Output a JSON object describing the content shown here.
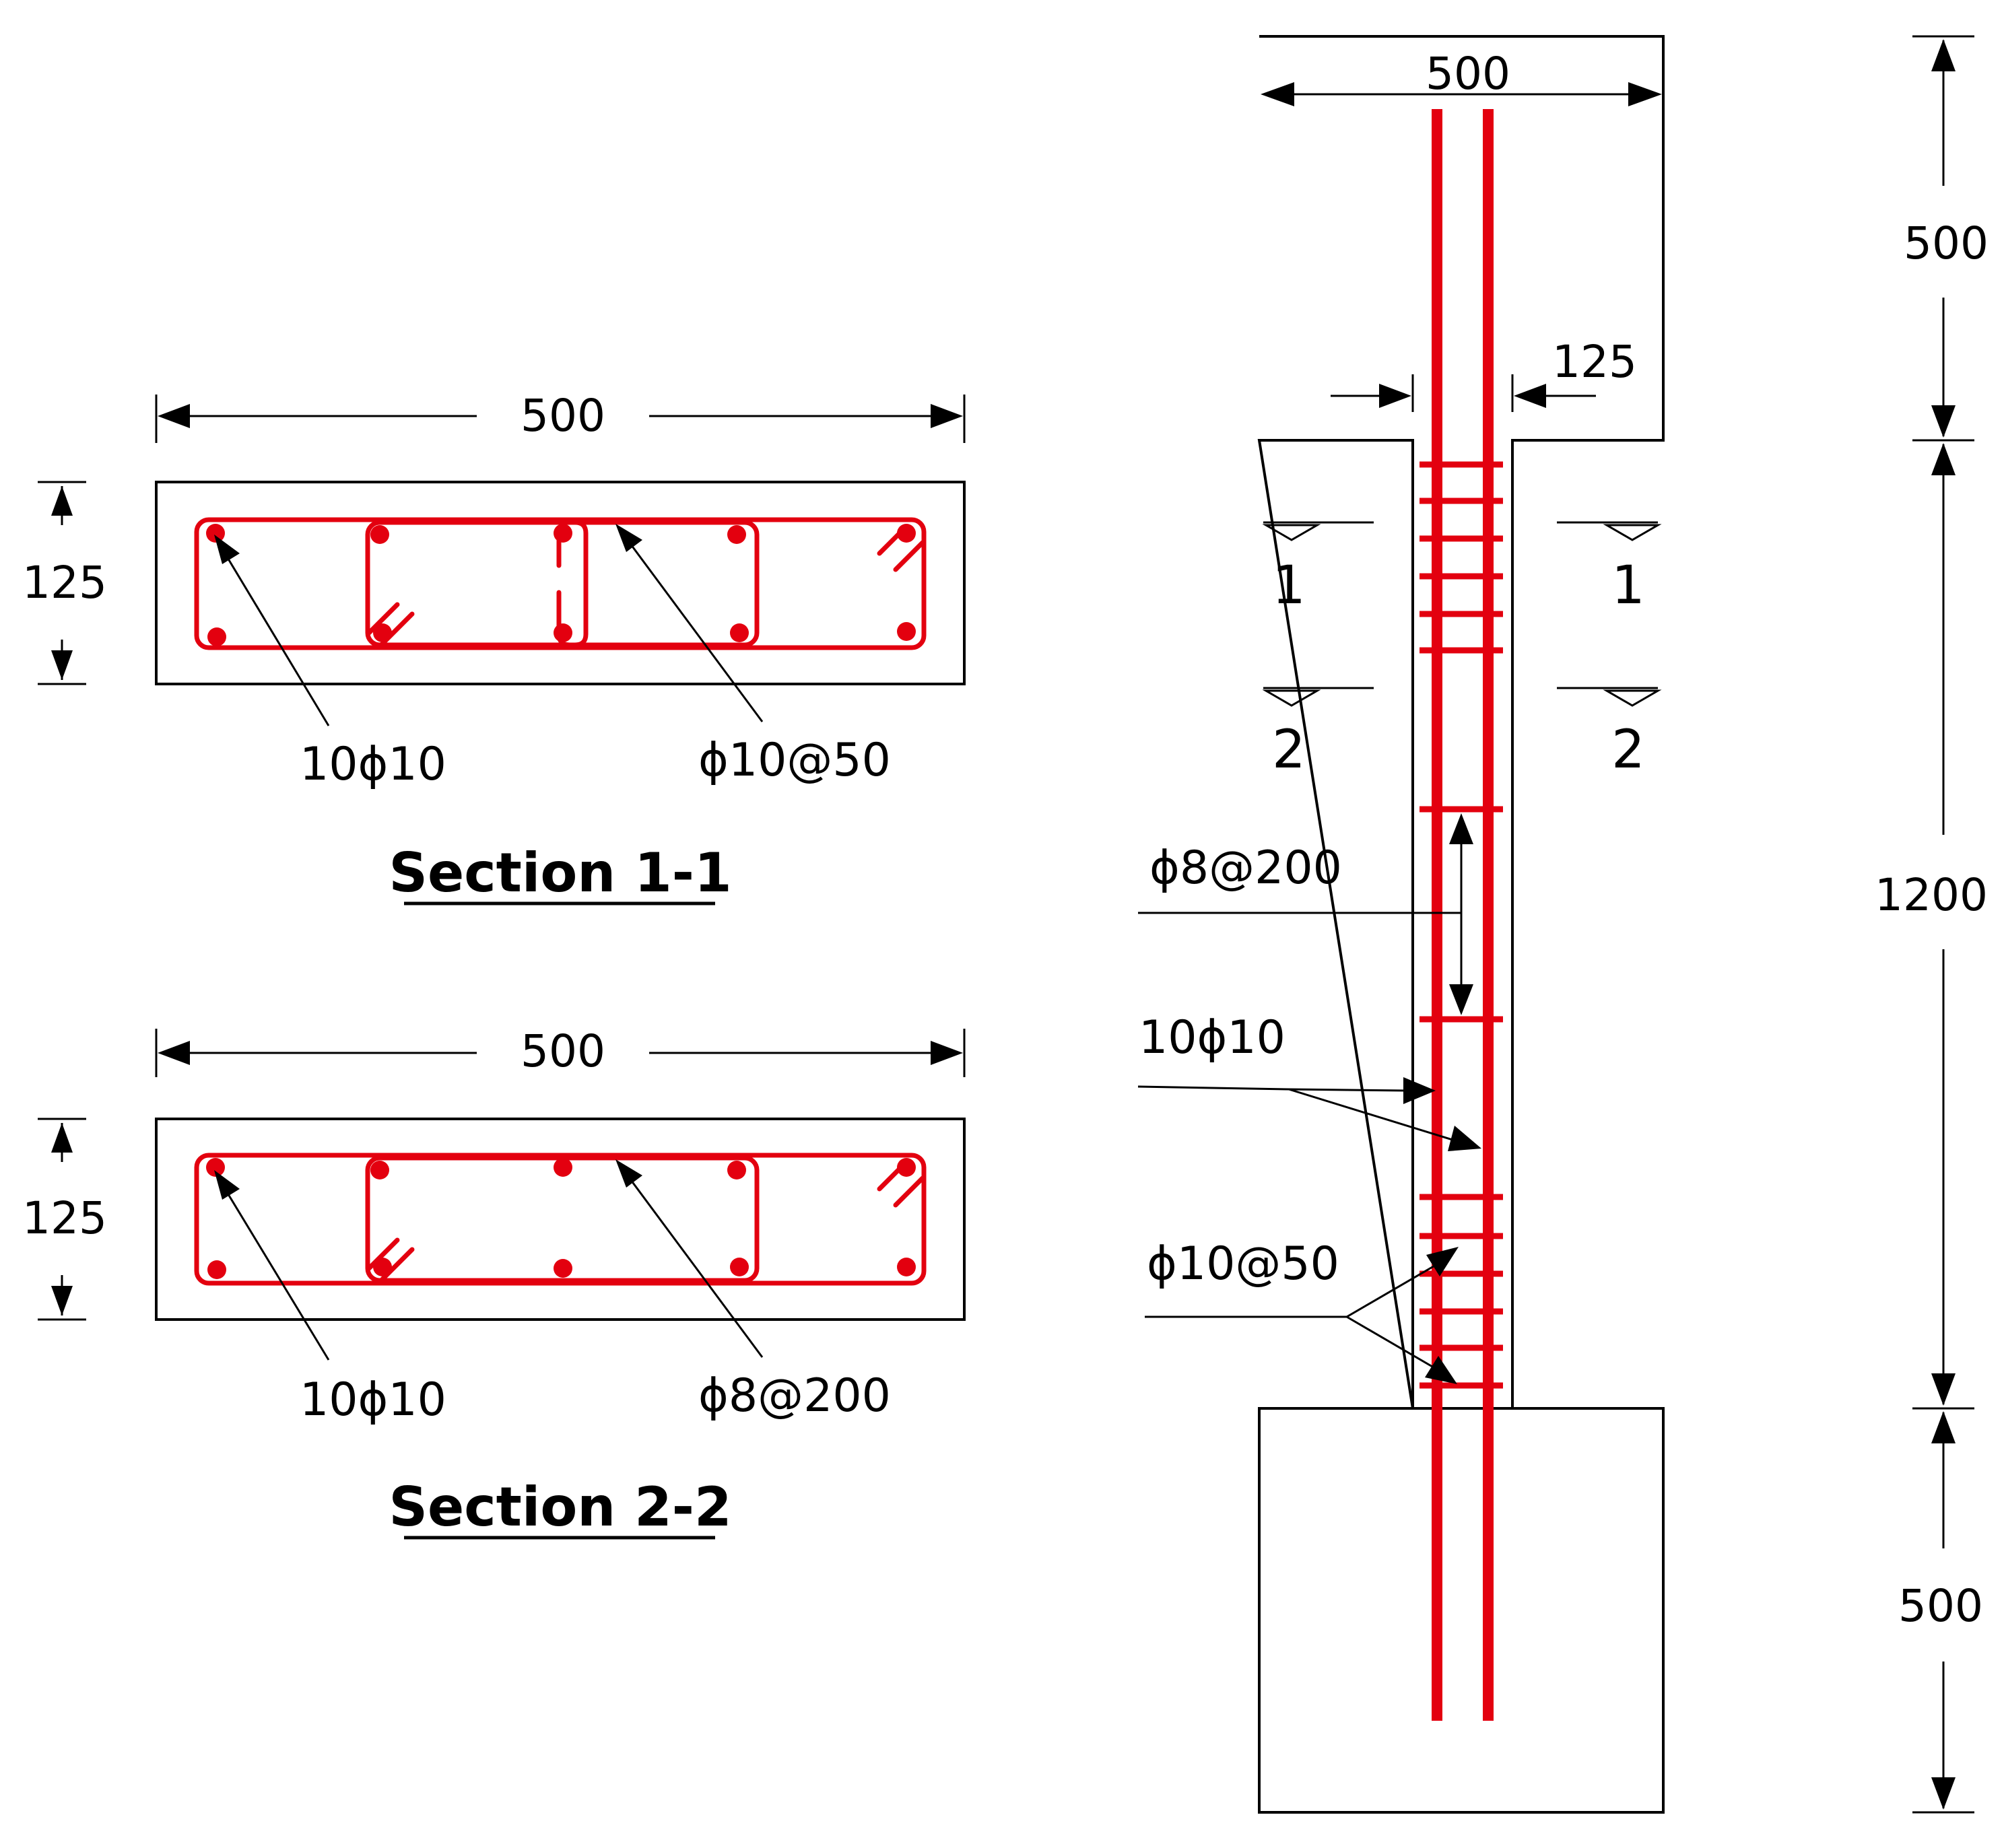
{
  "section_1_1": {
    "title": "Section 1-1",
    "width_dim": "500",
    "height_dim": "125",
    "long_bars_label": "10ϕ10",
    "stirrup_label": "ϕ10@50"
  },
  "section_2_2": {
    "title": "Section 2-2",
    "width_dim": "500",
    "height_dim": "125",
    "long_bars_label": "10ϕ10",
    "stirrup_label": "ϕ8@200"
  },
  "elevation": {
    "head_width_dim": "500",
    "web_thickness_dim": "125",
    "top_block_height_dim": "500",
    "web_height_dim": "1200",
    "bottom_block_height_dim": "500",
    "cut_1_label": "1",
    "cut_2_label": "2",
    "spacing_label_200": "ϕ8@200",
    "long_bars_label": "10ϕ10",
    "spacing_label_50": "ϕ10@50"
  },
  "colors": {
    "rebar": "#e3000f",
    "outline": "#000000"
  }
}
